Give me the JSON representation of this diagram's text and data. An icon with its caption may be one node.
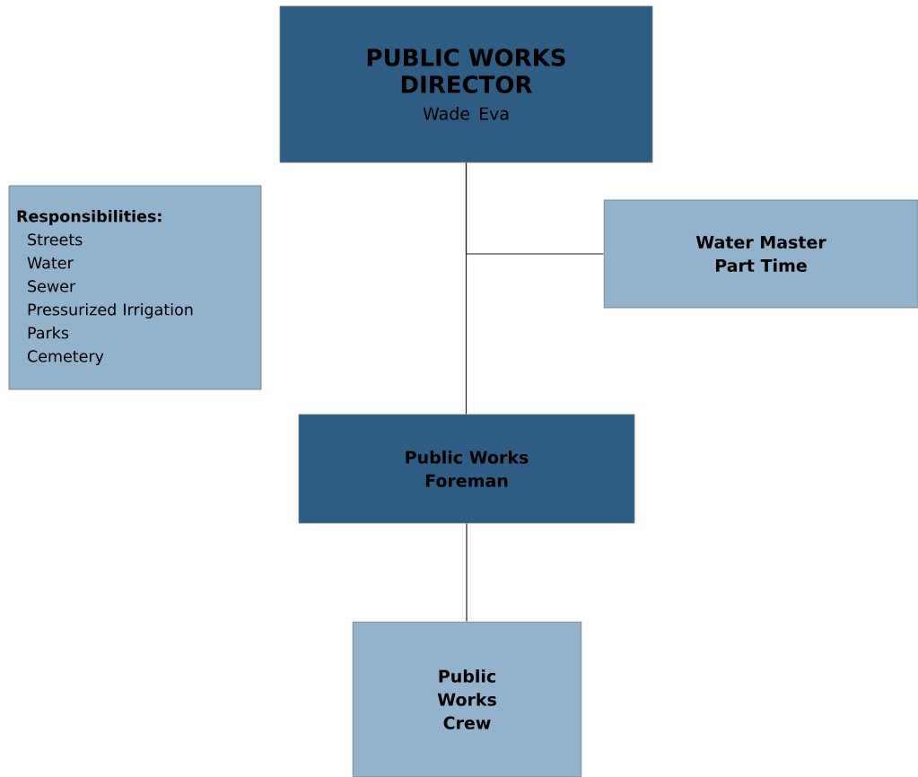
{
  "diagram": {
    "nodes": [
      {
        "text": [
          "PUBLIC WORKS DIRECTOR",
          "Wade Eva"
        ]
      },
      {
        "text": [
          "Responsibilities:",
          "Streets",
          "Water",
          "Sewer",
          "Pressurized Irrigation",
          "Parks",
          "Cemetery"
        ]
      },
      {
        "text": [
          "Water Master Part Time"
        ]
      },
      {
        "text": [
          "Public Works Foreman"
        ]
      },
      {
        "text": [
          "Public Works Crew"
        ]
      }
    ],
    "edges": [
      {
        "from": 0,
        "to": 2,
        "arrow": "none"
      },
      {
        "from": 0,
        "to": 3,
        "arrow": "none"
      },
      {
        "from": 3,
        "to": 4,
        "arrow": "none"
      }
    ]
  }
}
